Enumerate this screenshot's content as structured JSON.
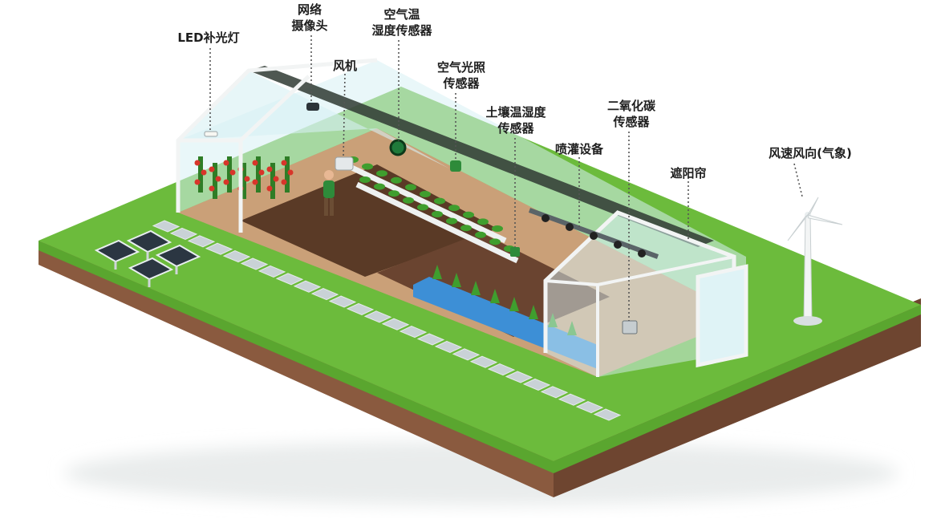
{
  "colors": {
    "grass_top": "#6cbb3c",
    "grass_side_left": "#5aa62f",
    "soil_side_left": "#8a5a3f",
    "soil_side_right": "#6e4530",
    "floor": "#caa078",
    "walkway": "#c9d2d6",
    "glass": "#d7f0f4",
    "frame": "#f2f4f4",
    "water": "#3d8fd6",
    "plant": "#3f9e2e",
    "tomato": "#d8352a",
    "label_text": "#1e1e1e",
    "leader_line": "#555555"
  },
  "labels": [
    {
      "id": "led-light",
      "text": "LED补光灯"
    },
    {
      "id": "network-camera",
      "text": "网络\n摄像头"
    },
    {
      "id": "air-temp-humidity-sensor",
      "text": "空气温\n湿度传感器"
    },
    {
      "id": "fan",
      "text": "风机"
    },
    {
      "id": "air-light-sensor",
      "text": "空气光照\n传感器"
    },
    {
      "id": "soil-temp-humidity-sensor",
      "text": "土壤温湿度\n传感器"
    },
    {
      "id": "co2-sensor",
      "text": "二氧化碳\n传感器"
    },
    {
      "id": "sprinkler",
      "text": "喷灌设备"
    },
    {
      "id": "shade-curtain",
      "text": "遮阳帘"
    },
    {
      "id": "weather-station",
      "text": "风速风向(气象)"
    }
  ]
}
